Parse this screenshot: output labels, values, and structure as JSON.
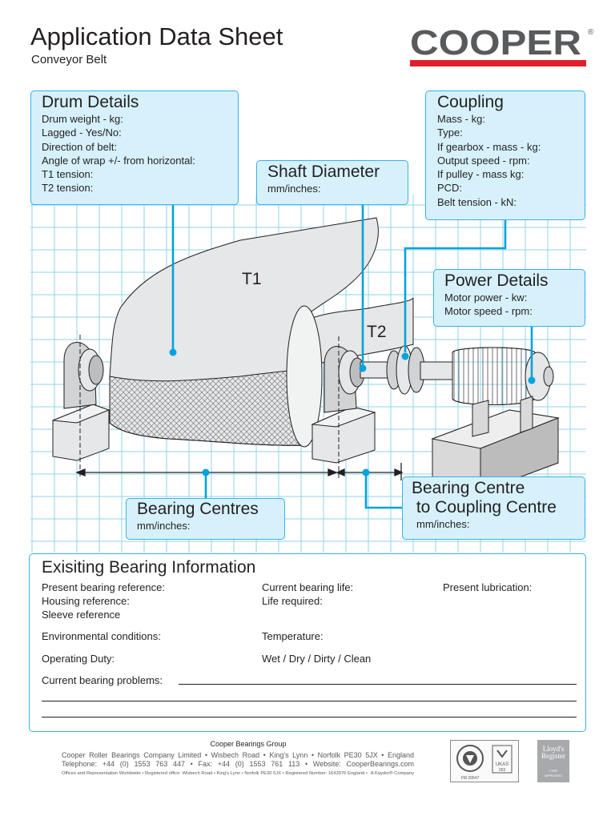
{
  "header": {
    "title": "Application Data Sheet",
    "subtitle": "Conveyor Belt",
    "logo_text": "COOPER",
    "logo_mark": "®",
    "brand_color": "#595a5c",
    "accent_color": "#e0202a"
  },
  "diagram": {
    "label_t1": "T1",
    "label_t2": "T2",
    "line_color": "#00a3dd",
    "grid_color": "#8fd3f0"
  },
  "drum_details": {
    "title": "Drum Details",
    "lines": [
      "Drum weight - kg:",
      "Lagged - Yes/No:",
      "Direction of belt:",
      "Angle of wrap +/- from horizontal:",
      "T1 tension:",
      "T2 tension:"
    ]
  },
  "shaft_diameter": {
    "title": "Shaft Diameter",
    "unit": "mm/inches:"
  },
  "coupling": {
    "title": "Coupling",
    "lines": [
      "Mass - kg:",
      "Type:",
      "If gearbox - mass - kg:",
      "Output speed - rpm:",
      "If pulley - mass kg:",
      "PCD:",
      "Belt tension - kN:"
    ]
  },
  "power_details": {
    "title": "Power Details",
    "lines": [
      "Motor power - kw:",
      "Motor speed - rpm:"
    ]
  },
  "bearing_centres": {
    "title": "Bearing Centres",
    "unit": "mm/inches:"
  },
  "bearing_to_coupling": {
    "title_line1": "Bearing Centre",
    "title_line2": " to Coupling Centre",
    "unit": "mm/inches:"
  },
  "existing_bearing": {
    "title": "Exisiting Bearing Information",
    "present_bearing_reference": "Present bearing reference:",
    "housing_reference": "Housing reference:",
    "sleeve_reference": "Sleeve reference",
    "current_bearing_life": "Current bearing life:",
    "life_required": "Life required:",
    "present_lubrication": "Present lubrication:",
    "environmental_conditions": "Environmental conditions:",
    "temperature": "Temperature:",
    "operating_duty": "Operating Duty:",
    "conditions": "Wet / Dry / Dirty / Clean",
    "current_bearing_problems": "Current bearing problems:"
  },
  "footer": {
    "group": "Cooper Bearings Group",
    "address": "Cooper Roller Bearings Company Limited • Wisbech Road • King's Lynn • Norfolk PE30 5JX • England",
    "contact": "Telephone: +44 (0) 1553 763 447 • Fax: +44 (0) 1553 761 113 • Website: CooperBearings.com",
    "registered": "Offices and Representation Worldwide • Registered office: Wisbech Road • King's Lynn • Norfolk PE30 5JX • Registered Number: 1643976 England •",
    "kaydon": "A Kaydor® Company",
    "cert_bs_text": "FM 29547",
    "cert_ukas_text": "UKAS",
    "cert_ukas_num": "003",
    "lloyds_line1": "Lloyd's",
    "lloyds_line2": "Register",
    "lloyds_line3": "TYPE",
    "lloyds_line4": "APPROVED"
  }
}
